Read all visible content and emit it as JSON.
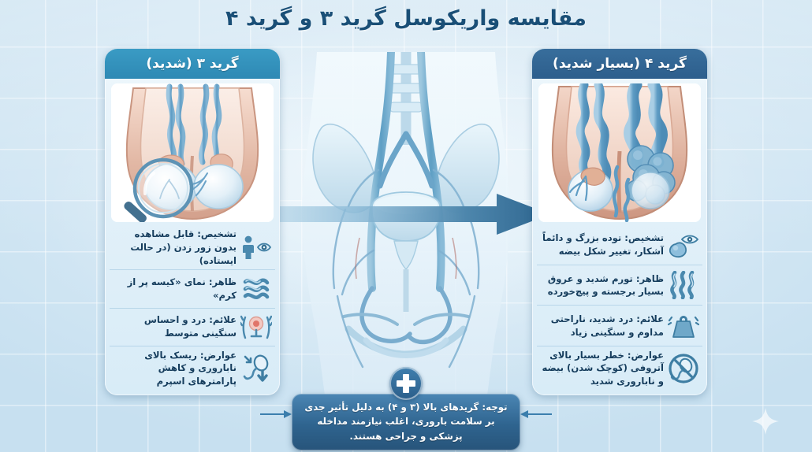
{
  "page": {
    "title": "مقایسه واریکوسل گرید ۳ و گرید ۴",
    "lang": "fa",
    "direction": "rtl"
  },
  "theme": {
    "background": "#d3e7f4",
    "title_color": "#1a4f77",
    "left_header_color": "#2e89b4",
    "right_header_color": "#2d5e8c",
    "panel_bg": "#e2f0f9",
    "text_color": "#153c5c",
    "note_bg": "#2f648f",
    "arrow_color": "#3c7fae"
  },
  "panels": [
    {
      "id": "grade-3",
      "header": "گرید ۳ (شدید)",
      "severity": "شدید",
      "illustration_name": "scrotum-varicocele-grade3-with-magnifier",
      "rows": [
        {
          "icon": "standing-person-eye-icon",
          "label": "تشخیص",
          "text": "تشخیص: قابل مشاهده بدون زور زدن (در حالت ایستاده)"
        },
        {
          "icon": "bag-of-worms-icon",
          "label": "ظاهر",
          "text": "ظاهر: نمای «کیسه پر از کرم»"
        },
        {
          "icon": "pain-heaviness-icon",
          "label": "علائم",
          "text": "علائم: درد و احساس سنگینی متوسط"
        },
        {
          "icon": "sperm-decline-icon",
          "label": "عوارض",
          "text": "عوارض: ریسک بالای ناباروری و کاهش پارامترهای اسپرم"
        }
      ]
    },
    {
      "id": "grade-4",
      "header": "گرید ۴ (بسیار شدید)",
      "severity": "بسیار شدید",
      "illustration_name": "scrotum-varicocele-grade4-severe",
      "rows": [
        {
          "icon": "eye-mass-icon",
          "label": "تشخیص",
          "text": "تشخیص: توده بزرگ و دائماً آشکار، تغییر شکل بیضه"
        },
        {
          "icon": "twisted-veins-icon",
          "label": "ظاهر",
          "text": "ظاهر: تورم شدید و عروق بسیار برجسته و پیچ‌خورده"
        },
        {
          "icon": "weight-heaviness-icon",
          "label": "علائم",
          "text": "علائم: درد شدید، ناراحتی مداوم و سنگینی زیاد"
        },
        {
          "icon": "no-sperm-icon",
          "label": "عوارض",
          "text": "عوارض: خطر بسیار بالای آتروفی (کوچک شدن) بیضه و ناباروری شدید"
        }
      ]
    }
  ],
  "center": {
    "illustration_name": "male-pelvic-venous-anatomy",
    "progression_arrow_name": "progression-arrow-right"
  },
  "note": {
    "badge_icon": "medical-cross-icon",
    "text": "توجه: گریدهای بالا (۳ و ۴) به دلیل تأثیر جدی بر سلامت باروری، اغلب نیازمند مداخله پزشکی و جراحی هستند."
  },
  "decor": {
    "sparkle_icon": "sparkle-icon"
  }
}
